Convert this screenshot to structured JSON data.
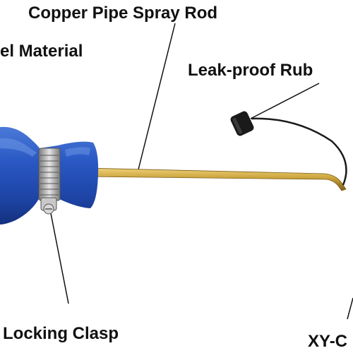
{
  "labels": {
    "copper_pipe": "Copper Pipe Spray Rod",
    "steel_material": "el Material",
    "leak_proof": "Leak-proof Rub",
    "locking_clasp": "Locking Clasp",
    "model": "XY-C"
  },
  "colors": {
    "handle_blue": "#2450b8",
    "handle_dark": "#15328a",
    "handle_light": "#4b7ad8",
    "brass": "#c9a23a",
    "brass_dark": "#8a6a1e",
    "cap_black": "#1a1a1a",
    "clamp_steel": "#a8a8a8",
    "text": "#111111"
  }
}
